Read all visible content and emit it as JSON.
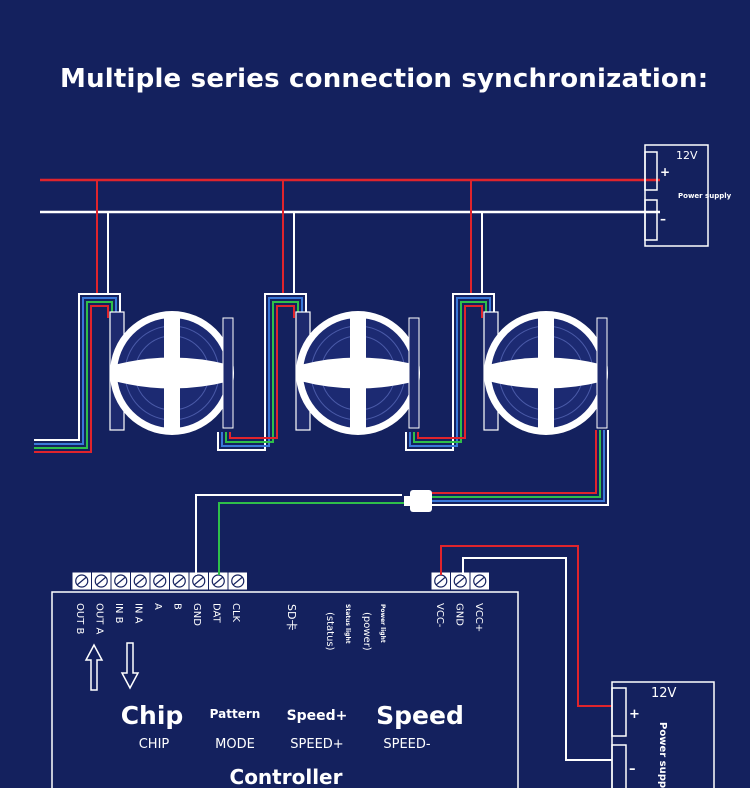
{
  "title": "Multiple series connection synchronization:",
  "top_power_supply": {
    "voltage": "12V",
    "plus": "+",
    "minus": "–",
    "label": "Power supply"
  },
  "bottom_power_supply": {
    "voltage": "12V",
    "plus": "+",
    "minus": "–",
    "label": "Power supply"
  },
  "controller": {
    "name": "Controller",
    "left_terminals": [
      "OUT B",
      "OUT A",
      "IN B",
      "IN A",
      "A",
      "B",
      "GND",
      "DAT",
      "CLK"
    ],
    "right_terminals": [
      "VCC-",
      "GND",
      "VCC+"
    ],
    "mid_labels": [
      "SD卡",
      "(status)",
      "Status light",
      "(power)",
      "Power light"
    ],
    "buttons": [
      {
        "title": "Chip",
        "label": "CHIP"
      },
      {
        "title": "Pattern",
        "label": "MODE"
      },
      {
        "title": "Speed+",
        "label": "SPEED+"
      },
      {
        "title": "Speed",
        "label": "SPEED-"
      }
    ]
  },
  "colors": {
    "background": "#14215e",
    "wire_red": "#e0242c",
    "wire_white": "#ffffff",
    "wire_green": "#2fbf4a",
    "wire_blue": "#3a78d8"
  }
}
